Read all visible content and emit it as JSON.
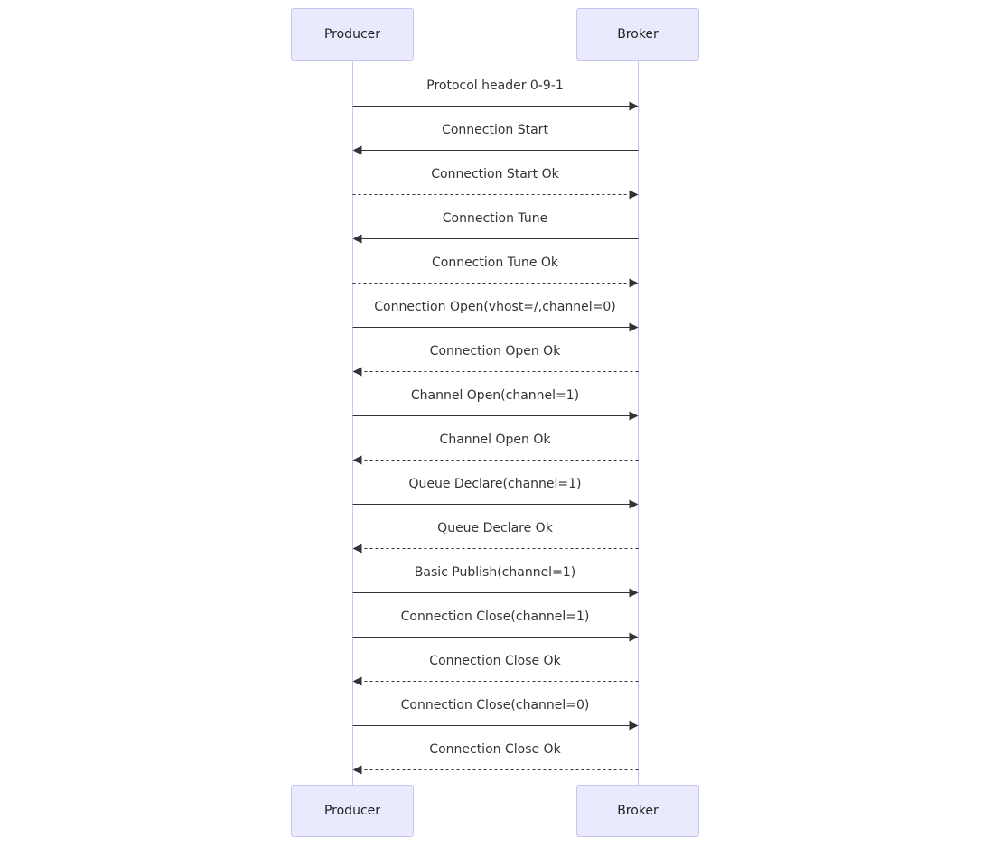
{
  "participants": [
    {
      "id": "producer",
      "label": "Producer"
    },
    {
      "id": "broker",
      "label": "Broker"
    }
  ],
  "messages": [
    {
      "from": "producer",
      "to": "broker",
      "text": "Protocol header 0-9-1",
      "style": "solid"
    },
    {
      "from": "broker",
      "to": "producer",
      "text": "Connection Start",
      "style": "solid"
    },
    {
      "from": "producer",
      "to": "broker",
      "text": "Connection Start Ok",
      "style": "dotted"
    },
    {
      "from": "broker",
      "to": "producer",
      "text": "Connection Tune",
      "style": "solid"
    },
    {
      "from": "producer",
      "to": "broker",
      "text": "Connection Tune Ok",
      "style": "dotted"
    },
    {
      "from": "producer",
      "to": "broker",
      "text": "Connection Open(vhost=/,channel=0)",
      "style": "solid"
    },
    {
      "from": "broker",
      "to": "producer",
      "text": "Connection Open Ok",
      "style": "dotted"
    },
    {
      "from": "producer",
      "to": "broker",
      "text": "Channel Open(channel=1)",
      "style": "solid"
    },
    {
      "from": "broker",
      "to": "producer",
      "text": "Channel Open Ok",
      "style": "dotted"
    },
    {
      "from": "producer",
      "to": "broker",
      "text": "Queue Declare(channel=1)",
      "style": "solid"
    },
    {
      "from": "broker",
      "to": "producer",
      "text": "Queue Declare Ok",
      "style": "dotted"
    },
    {
      "from": "producer",
      "to": "broker",
      "text": "Basic Publish(channel=1)",
      "style": "solid"
    },
    {
      "from": "producer",
      "to": "broker",
      "text": "Connection Close(channel=1)",
      "style": "solid"
    },
    {
      "from": "broker",
      "to": "producer",
      "text": "Connection Close Ok",
      "style": "dotted"
    },
    {
      "from": "producer",
      "to": "broker",
      "text": "Connection Close(channel=0)",
      "style": "solid"
    },
    {
      "from": "broker",
      "to": "producer",
      "text": "Connection Close Ok",
      "style": "dotted"
    }
  ],
  "colors": {
    "actor_fill": "#eaeaff",
    "actor_border": "#c9c5f0",
    "lifeline": "#c9c5f0",
    "arrow": "#333333",
    "text": "#333333"
  }
}
